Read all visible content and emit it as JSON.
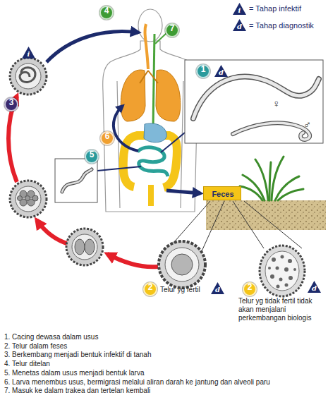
{
  "diagram": {
    "nodes": [
      {
        "text": [
          "1",
          "d",
          "♀",
          "♂"
        ]
      },
      {
        "text": [
          "5"
        ]
      },
      {
        "text": [
          "Feces"
        ]
      }
    ],
    "labels": [
      "i",
      "d",
      "4",
      "7",
      "i",
      "3",
      "6",
      "2",
      "Telur yg fertil",
      "d",
      "2",
      "d",
      "Telur yg tidak fertil tidak akan menjalani perkembangan biologis",
      "1. Cacing dewasa dalam usus",
      "2. Telur dalam feses",
      "3. Berkembang menjadi bentuk infektif di tanah",
      "4. Telur ditelan",
      "5. Menetas dalam usus menjadi bentuk larva",
      "6. Larva menembus usus, bermigrasi melalui aliran darah ke jantung dan alveoli paru",
      "7. Masuk ke dalam trakea dan tertelan kembali"
    ],
    "legend": [
      {
        "text": "= Tahap infektif"
      },
      {
        "text": "= Tahap diagnostik"
      }
    ]
  }
}
